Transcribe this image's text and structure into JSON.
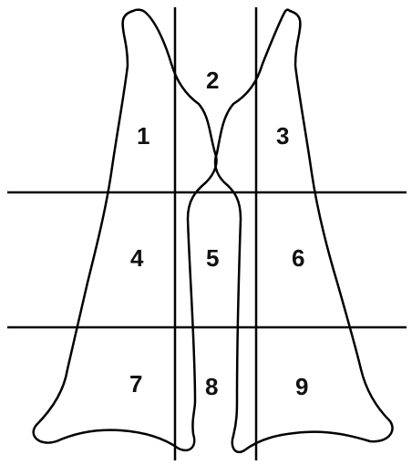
{
  "diagram": {
    "zones": [
      {
        "id": "zone-1",
        "label": "1"
      },
      {
        "id": "zone-2",
        "label": "2"
      },
      {
        "id": "zone-3",
        "label": "3"
      },
      {
        "id": "zone-4",
        "label": "4"
      },
      {
        "id": "zone-5",
        "label": "5"
      },
      {
        "id": "zone-6",
        "label": "6"
      },
      {
        "id": "zone-7",
        "label": "7"
      },
      {
        "id": "zone-8",
        "label": "8"
      },
      {
        "id": "zone-9",
        "label": "9"
      }
    ],
    "colors": {
      "line": "#000000",
      "label": "#111111",
      "background": "#ffffff"
    }
  }
}
